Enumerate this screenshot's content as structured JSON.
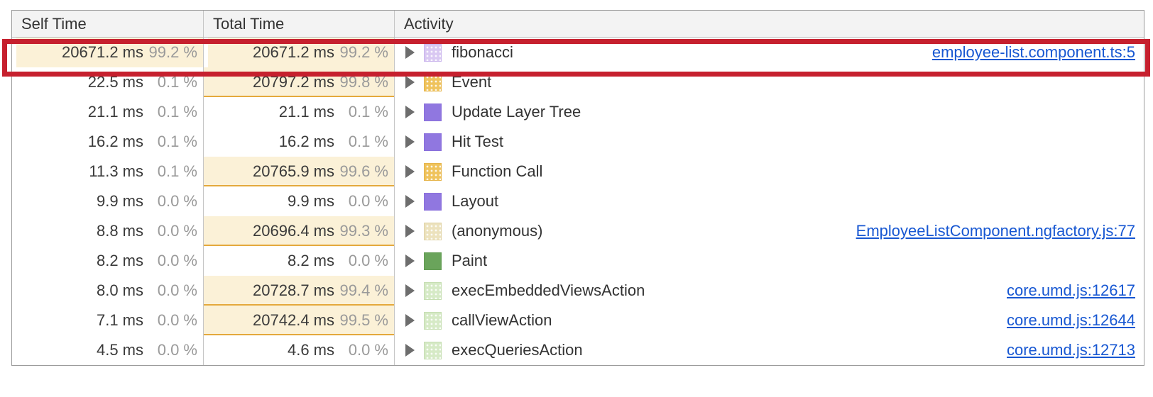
{
  "header": {
    "self_time": "Self Time",
    "total_time": "Total Time",
    "activity": "Activity"
  },
  "rows": [
    {
      "self_ms": "20671.2 ms",
      "self_pct": "99.2 %",
      "total_ms": "20671.2 ms",
      "total_pct": "99.2 %",
      "activity": "fibonacci",
      "swatch": "lavender",
      "link": "employee-list.component.ts:5",
      "self_hl": "inset",
      "total_hl": "inset"
    },
    {
      "self_ms": "22.5 ms",
      "self_pct": "0.1 %",
      "total_ms": "20797.2 ms",
      "total_pct": "99.8 %",
      "activity": "Event",
      "swatch": "yellow",
      "link": null,
      "self_hl": null,
      "total_hl": "underline"
    },
    {
      "self_ms": "21.1 ms",
      "self_pct": "0.1 %",
      "total_ms": "21.1 ms",
      "total_pct": "0.1 %",
      "activity": "Update Layer Tree",
      "swatch": "purple",
      "link": null,
      "self_hl": null,
      "total_hl": null
    },
    {
      "self_ms": "16.2 ms",
      "self_pct": "0.1 %",
      "total_ms": "16.2 ms",
      "total_pct": "0.1 %",
      "activity": "Hit Test",
      "swatch": "purple",
      "link": null,
      "self_hl": null,
      "total_hl": null
    },
    {
      "self_ms": "11.3 ms",
      "self_pct": "0.1 %",
      "total_ms": "20765.9 ms",
      "total_pct": "99.6 %",
      "activity": "Function Call",
      "swatch": "yellow",
      "link": null,
      "self_hl": null,
      "total_hl": "underline"
    },
    {
      "self_ms": "9.9 ms",
      "self_pct": "0.0 %",
      "total_ms": "9.9 ms",
      "total_pct": "0.0 %",
      "activity": "Layout",
      "swatch": "purple",
      "link": null,
      "self_hl": null,
      "total_hl": null
    },
    {
      "self_ms": "8.8 ms",
      "self_pct": "0.0 %",
      "total_ms": "20696.4 ms",
      "total_pct": "99.3 %",
      "activity": "(anonymous)",
      "swatch": "beige",
      "link": "EmployeeListComponent.ngfactory.js:77",
      "self_hl": null,
      "total_hl": "underline"
    },
    {
      "self_ms": "8.2 ms",
      "self_pct": "0.0 %",
      "total_ms": "8.2 ms",
      "total_pct": "0.0 %",
      "activity": "Paint",
      "swatch": "green",
      "link": null,
      "self_hl": null,
      "total_hl": null
    },
    {
      "self_ms": "8.0 ms",
      "self_pct": "0.0 %",
      "total_ms": "20728.7 ms",
      "total_pct": "99.4 %",
      "activity": "execEmbeddedViewsAction",
      "swatch": "light_green",
      "link": "core.umd.js:12617",
      "self_hl": null,
      "total_hl": "underline"
    },
    {
      "self_ms": "7.1 ms",
      "self_pct": "0.0 %",
      "total_ms": "20742.4 ms",
      "total_pct": "99.5 %",
      "activity": "callViewAction",
      "swatch": "light_green",
      "link": "core.umd.js:12644",
      "self_hl": null,
      "total_hl": "underline"
    },
    {
      "self_ms": "4.5 ms",
      "self_pct": "0.0 %",
      "total_ms": "4.6 ms",
      "total_pct": "0.0 %",
      "activity": "execQueriesAction",
      "swatch": "light_green",
      "link": "core.umd.js:12713",
      "self_hl": null,
      "total_hl": null
    }
  ],
  "swatches": {
    "lavender": {
      "bg": "#d9c8f2",
      "border": "#c9b4ec",
      "dots": true
    },
    "yellow": {
      "bg": "#efc35c",
      "border": "#e6b54c",
      "dots": true
    },
    "purple": {
      "bg": "#9077e0",
      "border": "#8a70dc",
      "dots": false
    },
    "beige": {
      "bg": "#ece2bd",
      "border": "#e1d4a8",
      "dots": true
    },
    "green": {
      "bg": "#6aa45b",
      "border": "#629c53",
      "dots": false
    },
    "light_green": {
      "bg": "#d6eac6",
      "border": "#c6deb2",
      "dots": true
    }
  },
  "colors": {
    "highlight_bg": "#fbf1d7",
    "highlight_underline": "#e4a93c",
    "link": "#1757d2",
    "annotation_red": "#c6202e",
    "header_bg": "#f3f3f3"
  }
}
